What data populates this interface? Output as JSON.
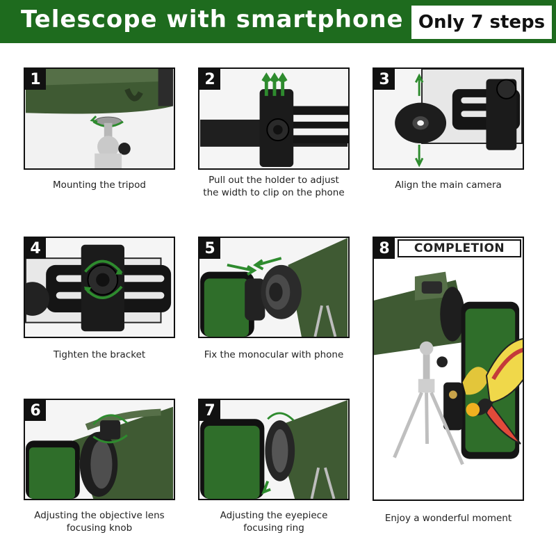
{
  "header": {
    "title": "Telescope with smartphone",
    "steps_badge": "Only 7 steps"
  },
  "steps": [
    {
      "number": "1",
      "caption": "Mounting the tripod"
    },
    {
      "number": "2",
      "caption": "Pull out the holder to adjust\nthe width to clip on the phone"
    },
    {
      "number": "3",
      "caption": "Align the main camera"
    },
    {
      "number": "4",
      "caption": "Tighten the bracket"
    },
    {
      "number": "5",
      "caption": "Fix the monocular with phone"
    },
    {
      "number": "6",
      "caption": "Adjusting the objective lens\nfocusing knob"
    },
    {
      "number": "7",
      "caption": "Adjusting the eyepiece\nfocusing ring"
    },
    {
      "number": "8",
      "label": "COMPLETION",
      "caption": "Enjoy a wonderful moment"
    }
  ],
  "colors": {
    "header_green": "#1e6b1e",
    "monocular_green": "#3f5a33",
    "arrow_green": "#2e8b2e"
  }
}
